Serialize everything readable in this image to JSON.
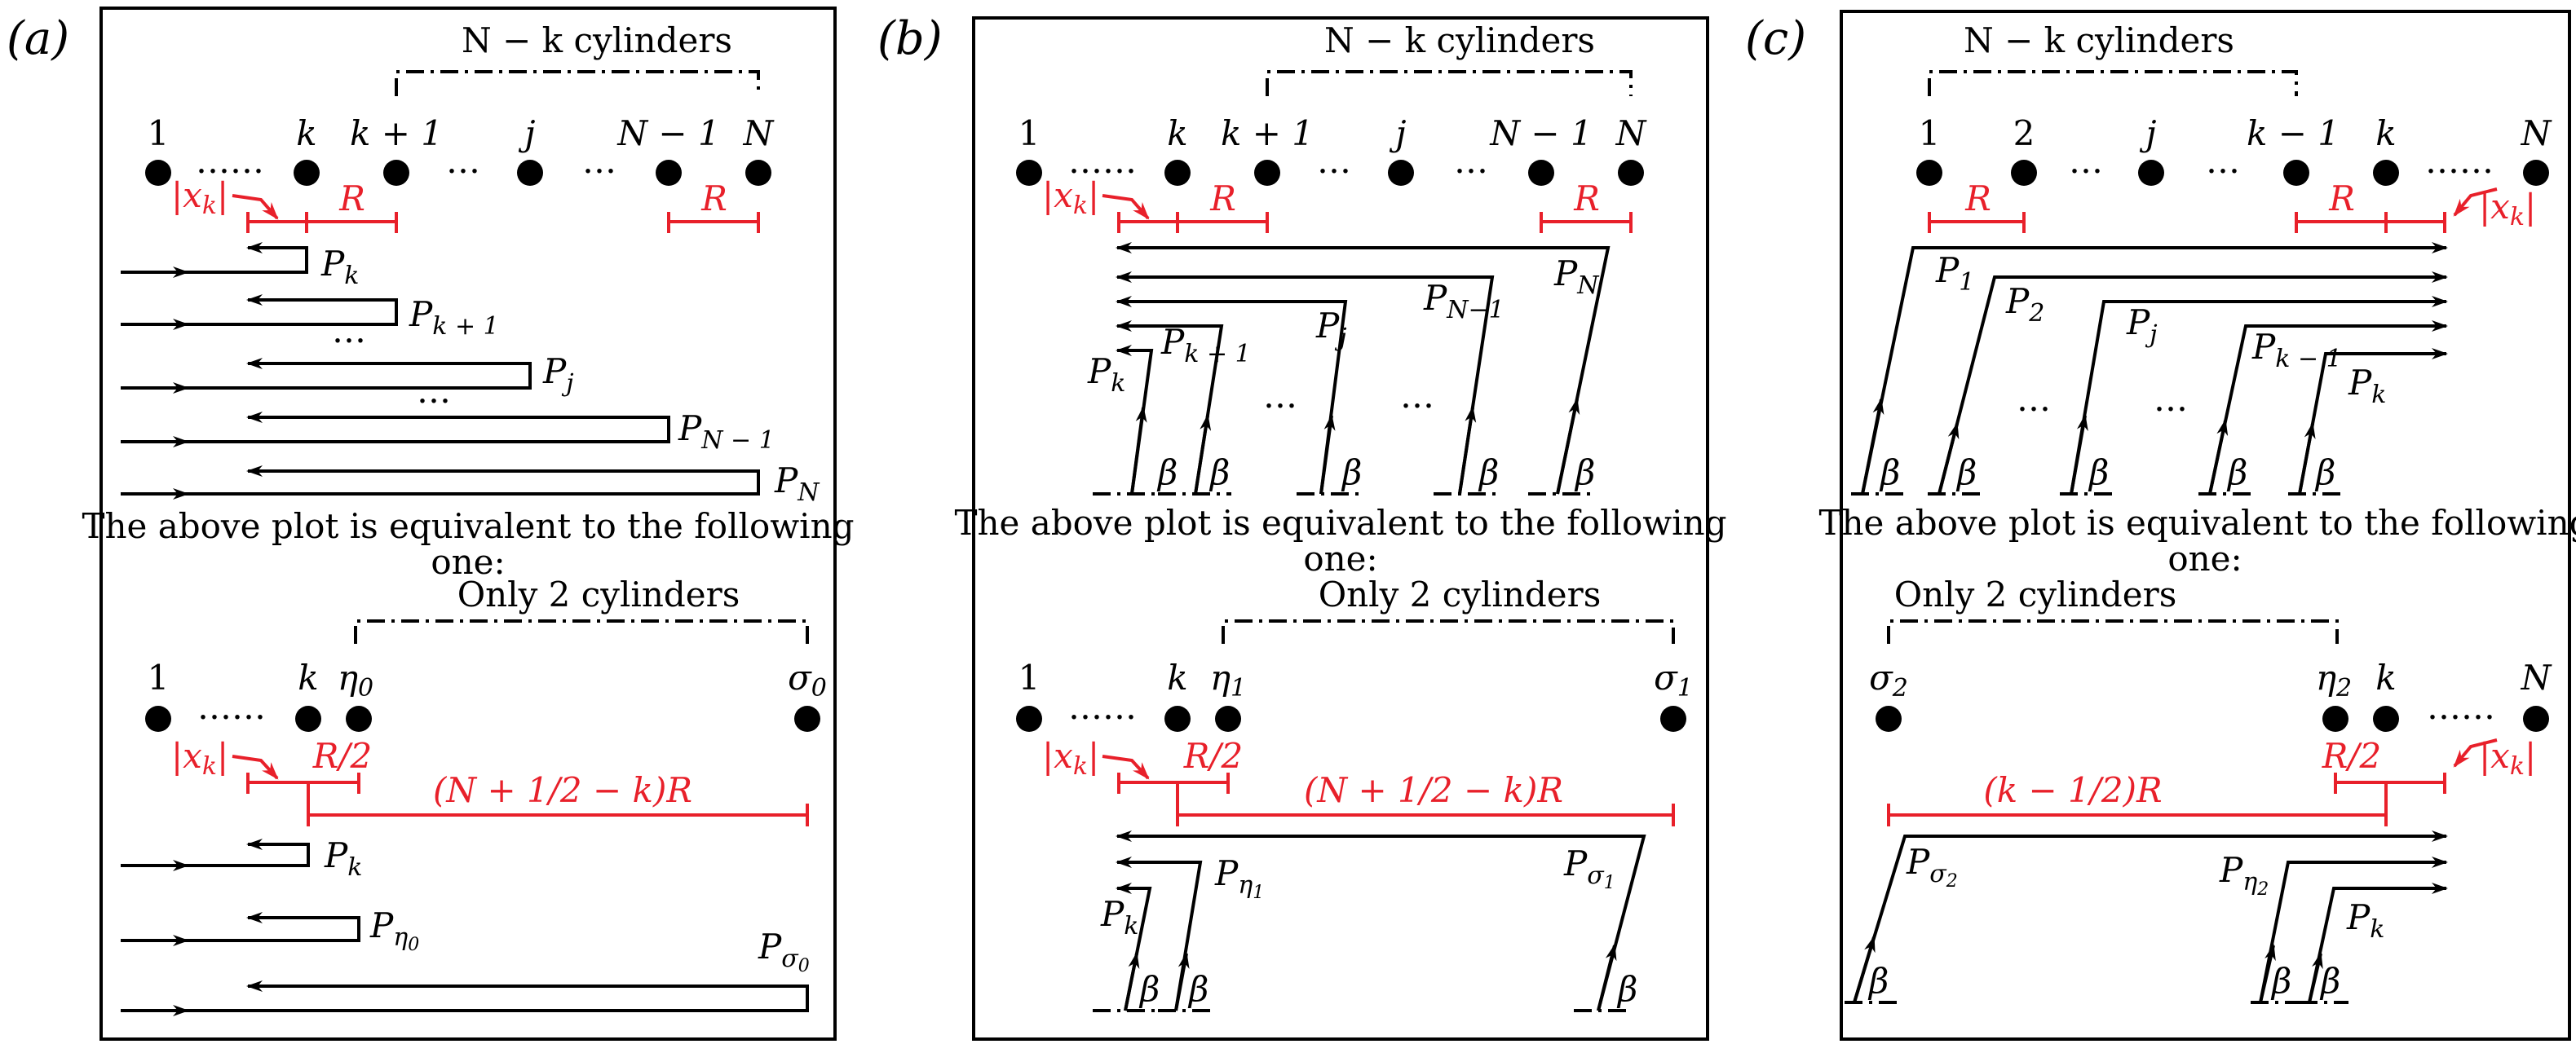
{
  "colors": {
    "ink": "#000000",
    "accent_red": "#e8202a",
    "background": "#ffffff"
  },
  "panels": [
    {
      "id": "(a)",
      "top_brace": "N − k cylinders",
      "top_labels": [
        "1",
        "k",
        "k + 1",
        "j",
        "N − 1",
        "N"
      ],
      "dots": "……",
      "dots_short": "…",
      "xk": "|x",
      "xk_sub": "k",
      "R": "R",
      "paths": [
        {
          "name": "P",
          "sub": "k"
        },
        {
          "name": "P",
          "sub": "k + 1"
        },
        {
          "name": "P",
          "sub": "j"
        },
        {
          "name": "P",
          "sub": "N − 1"
        },
        {
          "name": "P",
          "sub": "N"
        }
      ],
      "equiv_line1": "The above plot is equivalent to the following",
      "equiv_line2": "one:",
      "bottom_brace": "Only 2 cylinders",
      "bottom_labels": [
        "1",
        "k",
        "η",
        "σ"
      ],
      "bottom_label_subs": [
        "",
        "",
        "0",
        "0"
      ],
      "half_R": "R/2",
      "span_label": "(N + 1/2 − k)R",
      "bottom_paths": [
        {
          "name": "P",
          "sub": "k"
        },
        {
          "name": "P",
          "sub": "η",
          "subsub": "0"
        },
        {
          "name": "P",
          "sub": "σ",
          "subsub": "0"
        }
      ]
    },
    {
      "id": "(b)",
      "top_brace": "N − k cylinders",
      "top_labels": [
        "1",
        "k",
        "k + 1",
        "j",
        "N − 1",
        "N"
      ],
      "dots": "……",
      "dots_short": "…",
      "xk": "|x",
      "xk_sub": "k",
      "R": "R",
      "paths": [
        {
          "name": "P",
          "sub": "k"
        },
        {
          "name": "P",
          "sub": "k + 1"
        },
        {
          "name": "P",
          "sub": "j"
        },
        {
          "name": "P",
          "sub": "N−1"
        },
        {
          "name": "P",
          "sub": "N"
        }
      ],
      "beta": "β",
      "equiv_line1": "The above plot is equivalent to the following",
      "equiv_line2": "one:",
      "bottom_brace": "Only 2 cylinders",
      "bottom_labels": [
        "1",
        "k",
        "η",
        "σ"
      ],
      "bottom_label_subs": [
        "",
        "",
        "1",
        "1"
      ],
      "half_R": "R/2",
      "span_label": "(N + 1/2 − k)R",
      "bottom_paths": [
        {
          "name": "P",
          "sub": "k"
        },
        {
          "name": "P",
          "sub": "η",
          "subsub": "1"
        },
        {
          "name": "P",
          "sub": "σ",
          "subsub": "1"
        }
      ]
    },
    {
      "id": "(c)",
      "top_brace": "N − k cylinders",
      "top_labels": [
        "1",
        "2",
        "j",
        "k − 1",
        "k",
        "N"
      ],
      "dots": "……",
      "dots_short": "…",
      "xk": "|x",
      "xk_sub": "k",
      "R": "R",
      "paths": [
        {
          "name": "P",
          "sub": "1"
        },
        {
          "name": "P",
          "sub": "2"
        },
        {
          "name": "P",
          "sub": "j"
        },
        {
          "name": "P",
          "sub": "k − 1"
        },
        {
          "name": "P",
          "sub": "k"
        }
      ],
      "beta": "β",
      "equiv_line1": "The above plot is equivalent to the following",
      "equiv_line2": "one:",
      "bottom_brace": "Only 2 cylinders",
      "bottom_labels": [
        "σ",
        "η",
        "k",
        "N"
      ],
      "bottom_label_subs": [
        "2",
        "2",
        "",
        ""
      ],
      "half_R": "R/2",
      "span_label": "(k − 1/2)R",
      "bottom_paths": [
        {
          "name": "P",
          "sub": "σ",
          "subsub": "2"
        },
        {
          "name": "P",
          "sub": "η",
          "subsub": "2"
        },
        {
          "name": "P",
          "sub": "k"
        }
      ]
    }
  ]
}
